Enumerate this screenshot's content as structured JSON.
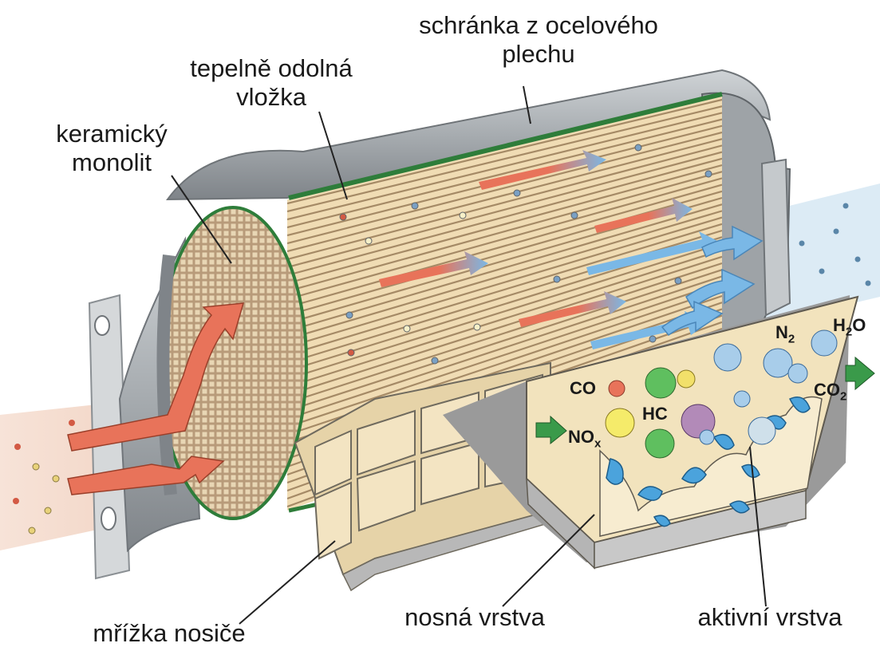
{
  "labels": {
    "steel_case": [
      "schránka z ocelového",
      "plechu"
    ],
    "heat_insert": [
      "tepelně odolná",
      "vložka"
    ],
    "ceramic_monolith": [
      "keramický",
      "monolit"
    ],
    "carrier_grid": "mřížka nosiče",
    "carrier_layer": "nosná vrstva",
    "active_layer": "aktivní vrstva"
  },
  "molecules": {
    "co": "CO",
    "hc": "HC",
    "nox": {
      "base": "NO",
      "sub": "x"
    },
    "n2": {
      "base": "N",
      "sub": "2"
    },
    "h2o": {
      "base": "H",
      "sub": "2",
      "tail": "O"
    },
    "co2": {
      "base": "CO",
      "sub": "2"
    }
  },
  "colors": {
    "hot_gas": "#e8735a",
    "clean_gas": "#7ab8e6",
    "steel": "#a9adb1",
    "ceramic": "#f0dcb4",
    "insert": "#2e7d3a",
    "active": "#4ba3dc"
  }
}
